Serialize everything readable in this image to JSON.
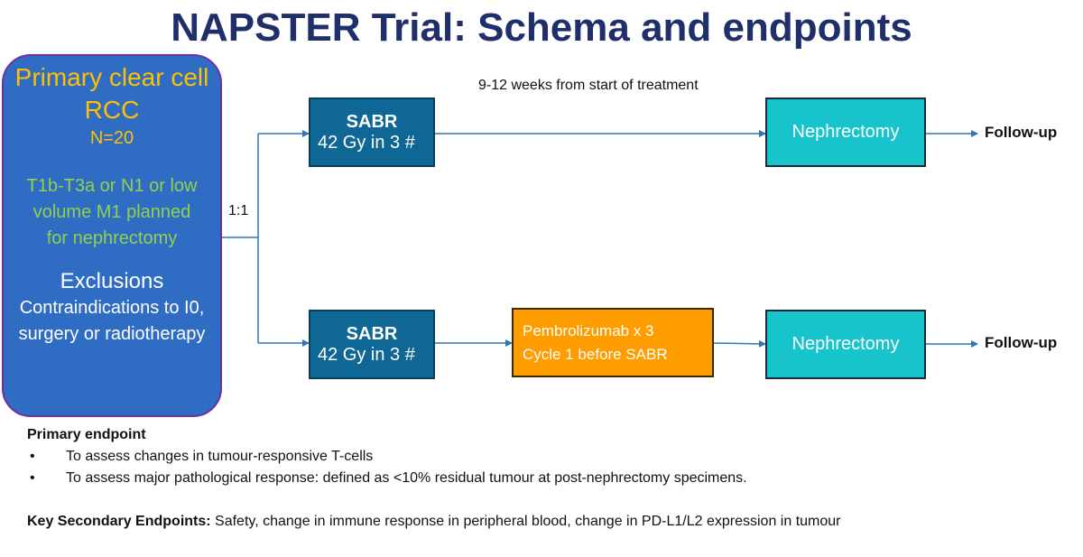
{
  "title": "NAPSTER Trial: Schema and endpoints",
  "population": {
    "title": "Primary clear cell RCC",
    "n": "N=20",
    "eligibility": "T1b-T3a or N1 or low volume M1 planned for nephrectomy",
    "exclusions_title": "Exclusions",
    "exclusions": "Contraindications to I0, surgery or radiotherapy"
  },
  "randomisation": "1:1",
  "timing_note": "9-12 weeks from start of treatment",
  "arm1": {
    "sabr_title": "SABR",
    "sabr_dose": "42 Gy in 3 #",
    "surgery": "Nephrectomy",
    "followup": "Follow-up"
  },
  "arm2": {
    "sabr_title": "SABR",
    "sabr_dose": "42 Gy in 3 #",
    "drug_line1": "Pembrolizumab x 3",
    "drug_line2": "Cycle 1 before SABR",
    "surgery": "Nephrectomy",
    "followup": "Follow-up"
  },
  "primary_endpoint": {
    "heading": "Primary endpoint",
    "bullet_char": "•",
    "items": [
      "To assess changes in tumour-responsive T-cells",
      "To assess major pathological response: defined as <10% residual tumour at post-nephrectomy specimens."
    ]
  },
  "secondary": {
    "heading": "Key Secondary Endpoints:",
    "text": " Safety, change in immune response in peripheral blood, change in PD-L1/L2 expression in tumour"
  },
  "colors": {
    "title": "#1f2f6b",
    "panel": "#2f6cc4",
    "panel_border": "#7030a0",
    "sabr": "#0e6794",
    "nephrectomy": "#17c4cc",
    "pembrolizumab": "#ff9c00",
    "connector": "#2e75b6"
  }
}
